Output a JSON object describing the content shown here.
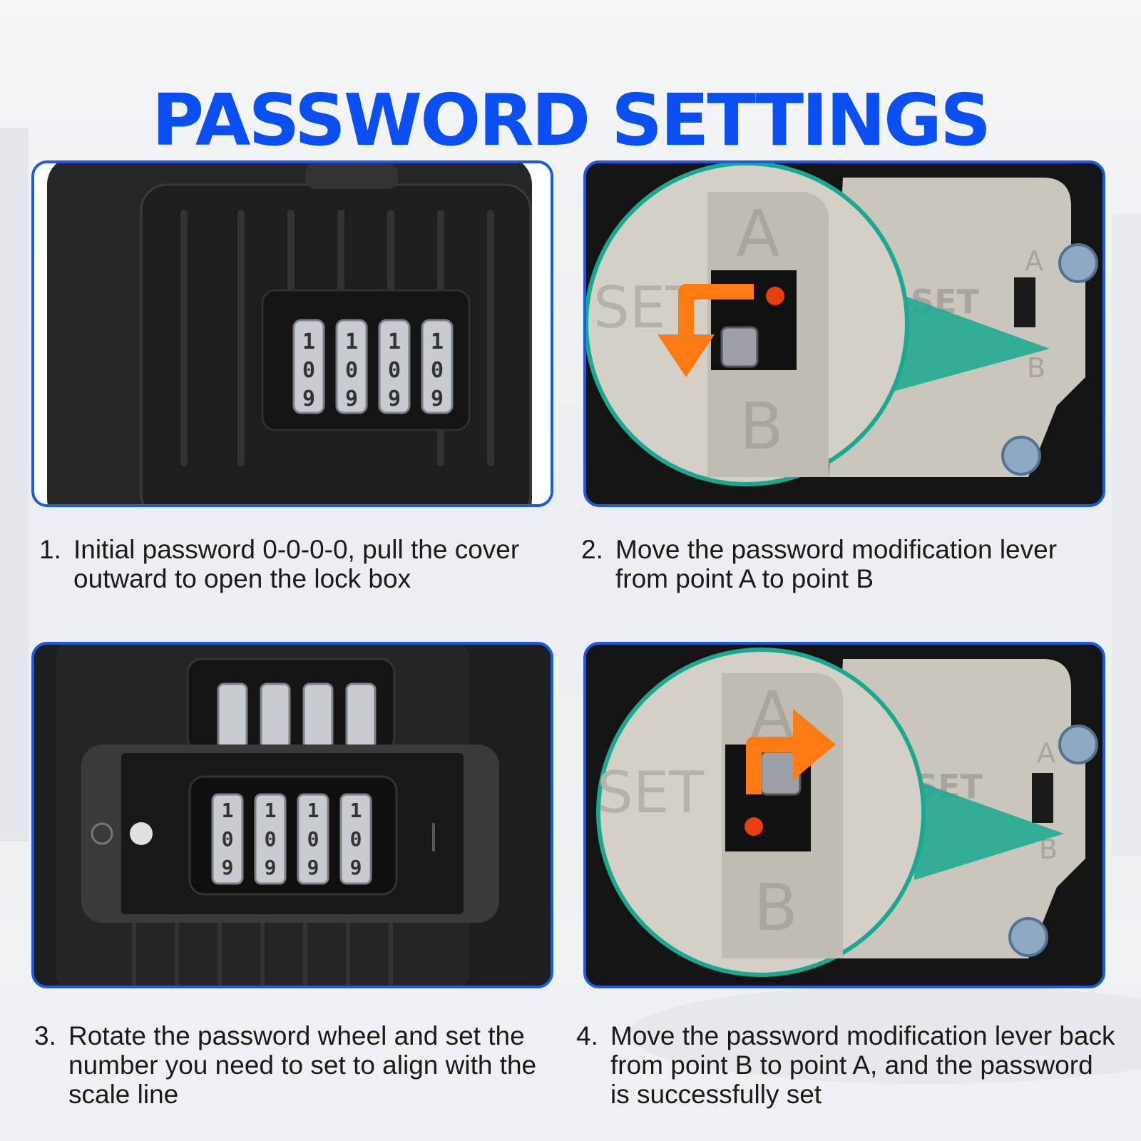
{
  "title": "PASSWORD SETTINGS",
  "colors": {
    "title_blue": "#0a50f0",
    "panel_border": "#1a5ae6",
    "arrow_orange": "#ff7a12",
    "beam_teal": "#1aa890",
    "dot_red": "#e83e10"
  },
  "steps": [
    {
      "number": "1.",
      "text": "Initial password 0-0-0-0, pull the cover outward to open the lock box"
    },
    {
      "number": "2.",
      "text": "Move the password modification lever from point A to point B"
    },
    {
      "number": "3.",
      "text": "Rotate the password wheel and set the number you need to set to align with the scale line"
    },
    {
      "number": "4.",
      "text": "Move the password modification lever back from point B to point A, and the password is successfully set"
    }
  ],
  "lever_labels": {
    "a": "A",
    "b": "B",
    "set": "SET"
  },
  "wheel_digits": [
    "1",
    "0",
    "9"
  ]
}
